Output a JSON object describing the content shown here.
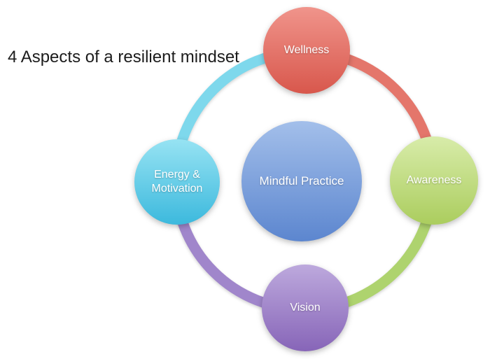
{
  "title": "4 Aspects of a resilient mindset",
  "colors": {
    "background": "#ffffff",
    "title_text": "#1c1c1c",
    "label_text": "#ffffff"
  },
  "diagram": {
    "center": {
      "label": "Mindful Practice",
      "color": "#6f9ad8",
      "gradient": {
        "top": "#a3bfea",
        "bottom": "#5c86cf"
      }
    },
    "nodes": [
      {
        "label": "Wellness",
        "position": "top",
        "color": "#e0695e",
        "gradient": {
          "top": "#f0948b",
          "bottom": "#d8574c"
        }
      },
      {
        "label": "Awareness",
        "position": "right",
        "color": "#b9d677",
        "gradient": {
          "top": "#d8ecaa",
          "bottom": "#abcd5e"
        }
      },
      {
        "label": "Vision",
        "position": "bottom",
        "color": "#9d83ca",
        "gradient": {
          "top": "#bda9dd",
          "bottom": "#8765b8"
        }
      },
      {
        "label": "Energy & Motivation",
        "position": "left",
        "color": "#55c6e6",
        "gradient": {
          "top": "#97e3f3",
          "bottom": "#3cb9dd"
        }
      }
    ],
    "arcs": [
      {
        "name": "left-to-top",
        "color": "#7ed8ec"
      },
      {
        "name": "top-to-right",
        "color": "#e4766b"
      },
      {
        "name": "right-to-bottom",
        "color": "#aed36e"
      },
      {
        "name": "bottom-to-left",
        "color": "#a086cb"
      }
    ]
  }
}
